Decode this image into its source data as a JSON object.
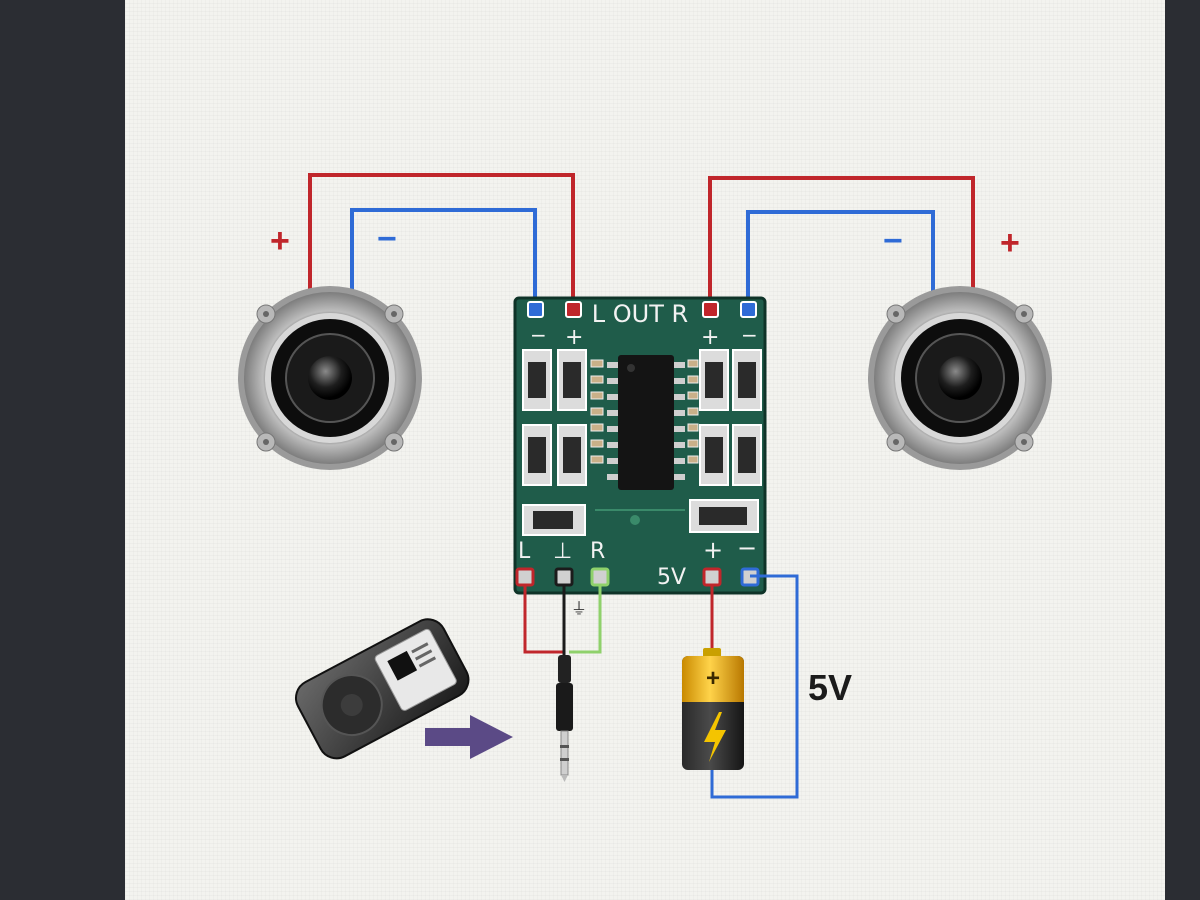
{
  "speaker_left": {
    "plus": "+",
    "minus": "−"
  },
  "speaker_right": {
    "plus": "+",
    "minus": "−"
  },
  "board": {
    "out_label": "L OUT R",
    "out_left_minus": "−",
    "out_left_plus": "+",
    "out_right_plus": "+",
    "out_right_minus": "−",
    "in_left": "L",
    "in_ground": "⊥",
    "in_right": "R",
    "power_plus": "+",
    "power_minus": "−",
    "power_label": "5V"
  },
  "ground_symbol": "⏚",
  "supply_label": "5V",
  "battery_plus": "+",
  "colors": {
    "wire_red": "#c0262b",
    "wire_blue": "#2f6bd6",
    "wire_green": "#8fd16b",
    "wire_black": "#1b1b1b",
    "pcb": "#1f5c4a",
    "arrow": "#5b4a86"
  },
  "icons": [
    "speaker-icon",
    "mp3-player-icon",
    "audio-jack-icon",
    "battery-icon",
    "arrow-right-icon",
    "lightning-icon"
  ]
}
